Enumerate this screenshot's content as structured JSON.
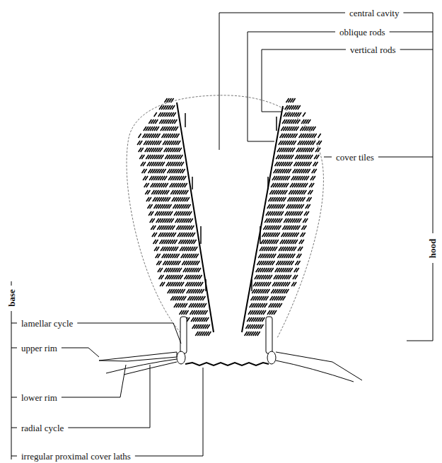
{
  "diagram": {
    "labels": [
      "central cavity",
      "oblique rods",
      "vertical rods",
      "cover tiles",
      "hood",
      "base",
      "lamellar cycle",
      "upper rim",
      "lower rim",
      "radial cycle",
      "irregular proximal cover laths"
    ]
  }
}
